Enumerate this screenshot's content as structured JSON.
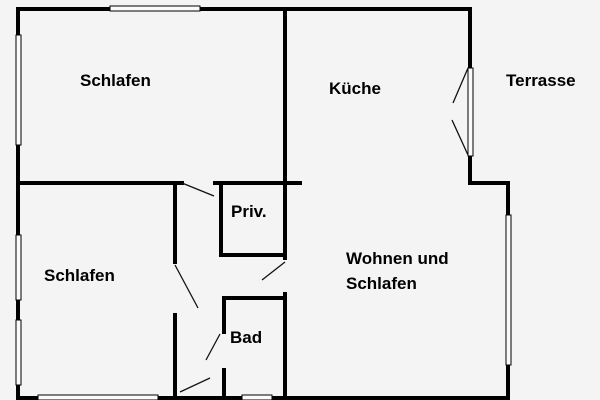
{
  "floorplan": {
    "rooms": [
      {
        "id": "schlafen-1",
        "label": "Schlafen"
      },
      {
        "id": "kueche",
        "label": "Küche"
      },
      {
        "id": "terrasse",
        "label": "Terrasse"
      },
      {
        "id": "priv",
        "label": "Priv."
      },
      {
        "id": "schlafen-2",
        "label": "Schlafen"
      },
      {
        "id": "wohnen",
        "label_line1": "Wohnen und",
        "label_line2": "Schlafen"
      },
      {
        "id": "bad",
        "label": "Bad"
      }
    ],
    "colors": {
      "background": "#f4f4f4",
      "wall": "#000000"
    }
  }
}
